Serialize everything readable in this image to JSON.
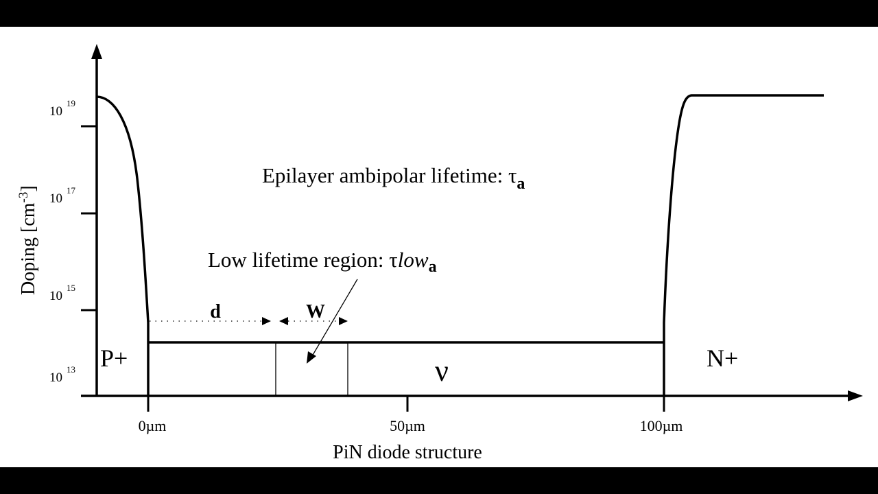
{
  "figure": {
    "title": "PiN diode structure",
    "y_axis": {
      "label_main": "Doping [cm",
      "label_sup": "-3",
      "label_close": "]",
      "ticks": [
        {
          "base": "10",
          "exp": "19"
        },
        {
          "base": "10",
          "exp": "17"
        },
        {
          "base": "10",
          "exp": "15"
        },
        {
          "base": "10",
          "exp": "13"
        }
      ]
    },
    "x_axis": {
      "label": "PiN diode structure",
      "ticks": [
        "0µm",
        "50µm",
        "100µm"
      ]
    },
    "regions": {
      "p_plus": "P+",
      "n_plus": "N+",
      "nu": "ν"
    },
    "annotations": {
      "epilayer": {
        "text": "Epilayer ambipolar lifetime: ",
        "symbol": "τ",
        "subscript": "a"
      },
      "low_lifetime": {
        "text": "Low lifetime region: ",
        "symbol": "τ",
        "italic": "low",
        "subscript": "a"
      },
      "d_label": "d",
      "w_label": "W"
    },
    "colors": {
      "background": "#ffffff",
      "frame": "#000000",
      "ink": "#000000"
    }
  },
  "chart_data": {
    "type": "line",
    "title": "PiN diode structure",
    "xlabel": "PiN diode structure",
    "ylabel": "Doping [cm-3]",
    "x_ticks": [
      "0µm",
      "50µm",
      "100µm"
    ],
    "y_ticks": [
      "10^13",
      "10^15",
      "10^17",
      "10^19"
    ],
    "y_scale": "log",
    "series": [
      {
        "name": "Doping profile",
        "description": "P+ region ~1e19 falling to epilayer doping at 0µm; flat low-doped ν epilayer from 0 to 100µm; N+ region rising to ~1e19 beyond 100µm"
      }
    ],
    "regions": [
      "P+",
      "ν",
      "N+"
    ],
    "annotations": [
      "Epilayer ambipolar lifetime: τa",
      "Low lifetime region: τlowa",
      "d",
      "W"
    ]
  }
}
